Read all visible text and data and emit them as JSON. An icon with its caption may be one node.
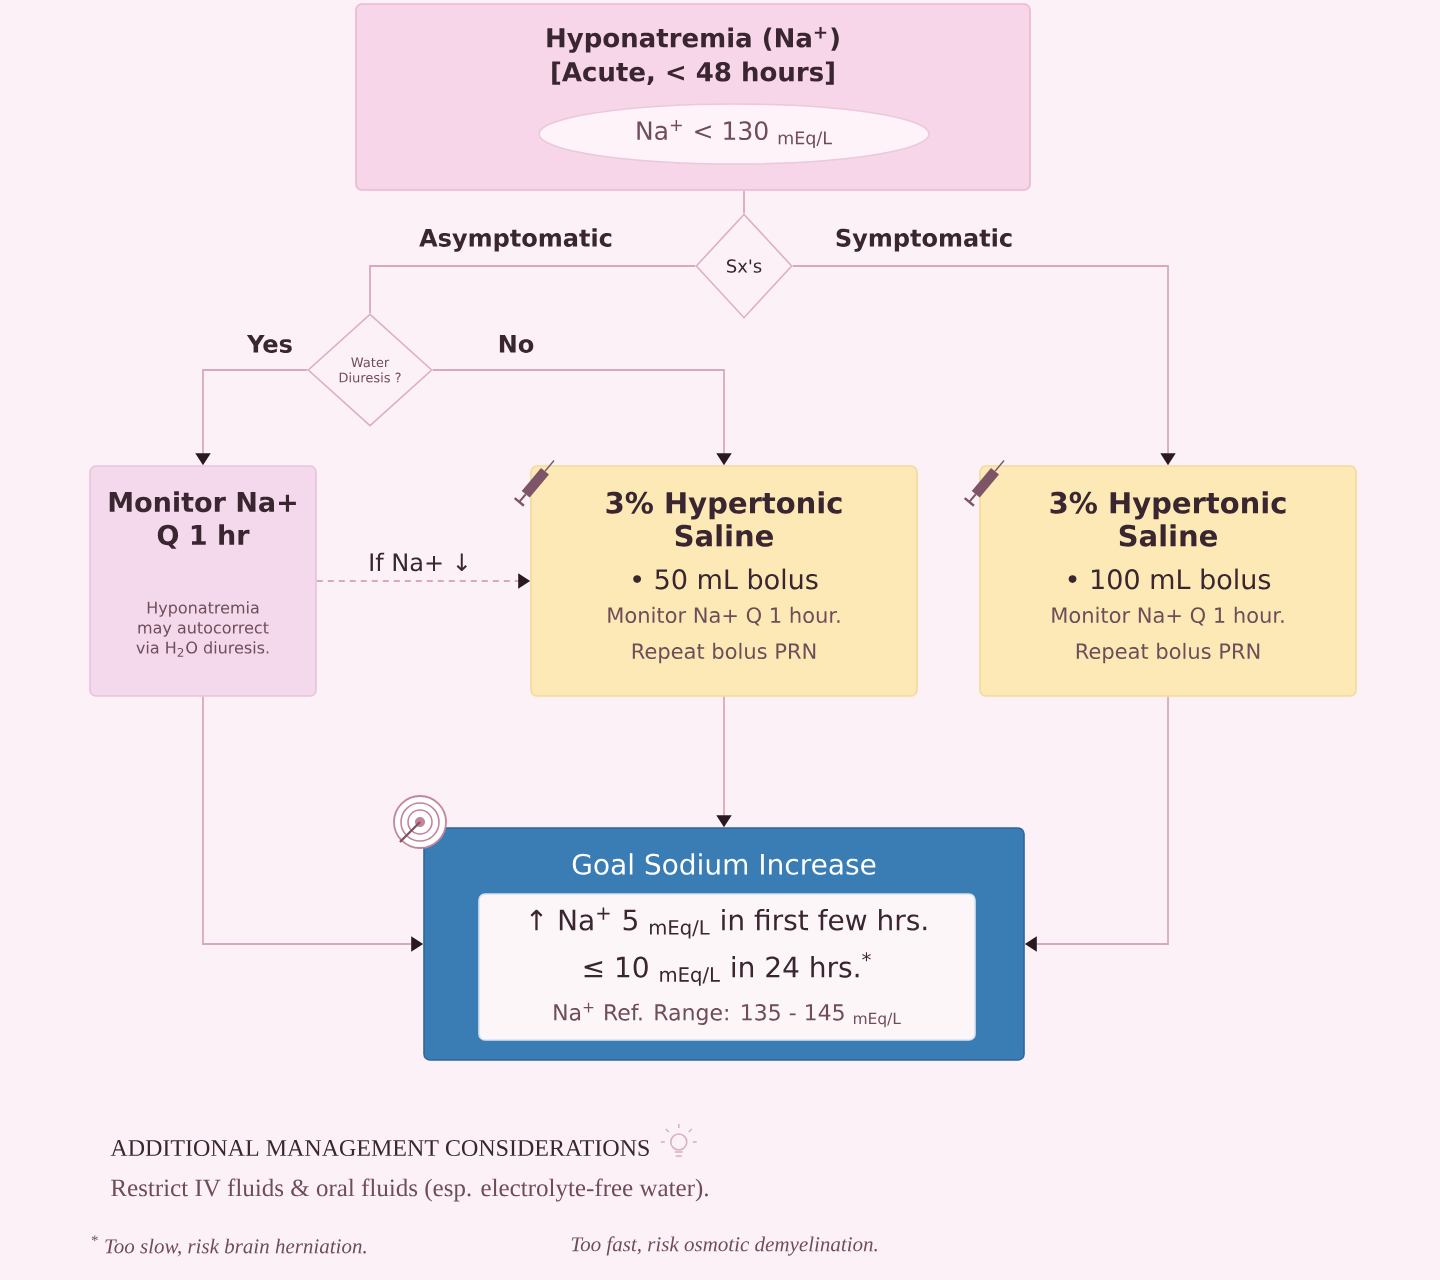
{
  "diagram": {
    "nodes": [
      {
        "text": [
          "Hyponatremia (Na$^{+}$) [Acute, < 48 hours]"
        ]
      },
      {
        "text": [
          "Na$^{+}$ < 130 $_{mEq/L}$"
        ],
        "in": 0
      },
      {
        "text": [
          "Sx's"
        ]
      },
      {
        "text": [
          "Water Diuresis ?"
        ]
      },
      {
        "text": [
          "Monitor Na+ Q 1 hr",
          "Hyponatremia may autocorrect via H$_{2}$O diuresis."
        ]
      },
      {
        "text": [
          "3% Hypertonic Saline",
          "• 50 mL bolus",
          "Monitor Na+ Q 1 hour. Repeat bolus PRN"
        ]
      },
      {
        "text": [
          "3% Hypertonic Saline",
          "• 100 mL bolus",
          "Monitor Na+ Q 1 hour. Repeat bolus PRN"
        ]
      },
      {
        "text": [
          "Goal Sodium Increase"
        ]
      },
      {
        "text": [
          "↑ Na$^{+}$ 5 $_{mEq/L}$ in first few hrs.",
          "≤ 10 $_{mEq/L}$ in 24 hrs.$^{*}$",
          "Na$^{+}$ Ref. Range: 135 - 145 $_{mEq/L}$"
        ],
        "in": 7
      }
    ],
    "edges": [
      {
        "from": 0,
        "to": 2,
        "arrow": "none"
      },
      {
        "from": 2,
        "to": 3,
        "arrow": "none",
        "label": "Asymptomatic"
      },
      {
        "from": 2,
        "to": 6,
        "arrow": "to",
        "label": "Symptomatic"
      },
      {
        "from": 3,
        "to": 4,
        "arrow": "to",
        "label": "Yes"
      },
      {
        "from": 3,
        "to": 5,
        "arrow": "to",
        "label": "No"
      },
      {
        "from": 4,
        "to": 5,
        "arrow": "to",
        "label": "If Na+ ↓",
        "style": "dashed"
      },
      {
        "from": 4,
        "to": 7,
        "arrow": "to"
      },
      {
        "from": 5,
        "to": 7,
        "arrow": "to"
      },
      {
        "from": 6,
        "to": 7,
        "arrow": "to"
      }
    ],
    "labels": [
      "ADDITIONAL MANAGEMENT CONSIDERATIONS",
      "Restrict IV fluids & oral fluids (esp. electrolyte-free water).",
      "$^{*}$ Too slow, risk brain herniation.",
      "Too fast, risk osmotic demyelination."
    ]
  }
}
